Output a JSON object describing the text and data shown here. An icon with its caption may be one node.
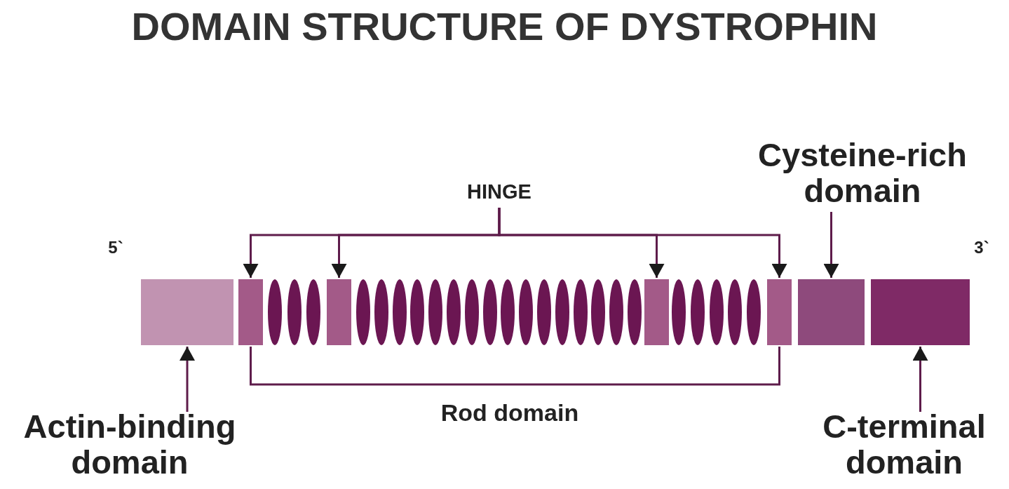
{
  "diagram": {
    "title": "DOMAIN STRUCTURE OF DYSTROPHIN",
    "nodes": [
      {
        "text": [
          "HINGE"
        ]
      },
      {
        "text": [
          "Cysteine-rich domain"
        ]
      },
      {
        "text": [],
        "shape": "box"
      },
      {
        "text": [],
        "shape": "box"
      },
      {
        "text": [],
        "shape": "ellipse"
      },
      {
        "text": [],
        "shape": "ellipse"
      },
      {
        "text": [],
        "shape": "ellipse"
      },
      {
        "text": [],
        "shape": "box"
      },
      {
        "text": [],
        "shape": "ellipse"
      },
      {
        "text": [],
        "shape": "ellipse"
      },
      {
        "text": [],
        "shape": "ellipse"
      },
      {
        "text": [],
        "shape": "ellipse"
      },
      {
        "text": [],
        "shape": "ellipse"
      },
      {
        "text": [],
        "shape": "ellipse"
      },
      {
        "text": [],
        "shape": "ellipse"
      },
      {
        "text": [],
        "shape": "ellipse"
      },
      {
        "text": [],
        "shape": "ellipse"
      },
      {
        "text": [],
        "shape": "ellipse"
      },
      {
        "text": [],
        "shape": "ellipse"
      },
      {
        "text": [],
        "shape": "ellipse"
      },
      {
        "text": [],
        "shape": "ellipse"
      },
      {
        "text": [],
        "shape": "ellipse"
      },
      {
        "text": [],
        "shape": "ellipse"
      },
      {
        "text": [],
        "shape": "ellipse"
      },
      {
        "text": [],
        "shape": "box"
      },
      {
        "text": [],
        "shape": "ellipse"
      },
      {
        "text": [],
        "shape": "ellipse"
      },
      {
        "text": [],
        "shape": "ellipse"
      },
      {
        "text": [],
        "shape": "ellipse"
      },
      {
        "text": [],
        "shape": "ellipse"
      },
      {
        "text": [],
        "shape": "box"
      },
      {
        "text": [],
        "shape": "box"
      },
      {
        "text": [],
        "shape": "box"
      },
      {
        "text": [
          "Actin-binding domain"
        ]
      },
      {
        "text": [
          "C-terminal domain"
        ]
      }
    ],
    "edges": [
      {
        "from": 0,
        "to": 3,
        "arrow": "to"
      },
      {
        "from": 0,
        "to": 7,
        "arrow": "to"
      },
      {
        "from": 0,
        "to": 24,
        "arrow": "to"
      },
      {
        "from": 0,
        "to": 30,
        "arrow": "to"
      },
      {
        "from": 1,
        "to": 31,
        "arrow": "to"
      },
      {
        "from": 33,
        "to": 2,
        "arrow": "to"
      },
      {
        "from": 34,
        "to": 32,
        "arrow": "to"
      }
    ],
    "labels": [
      "5`",
      "3`",
      "Rod domain"
    ]
  }
}
